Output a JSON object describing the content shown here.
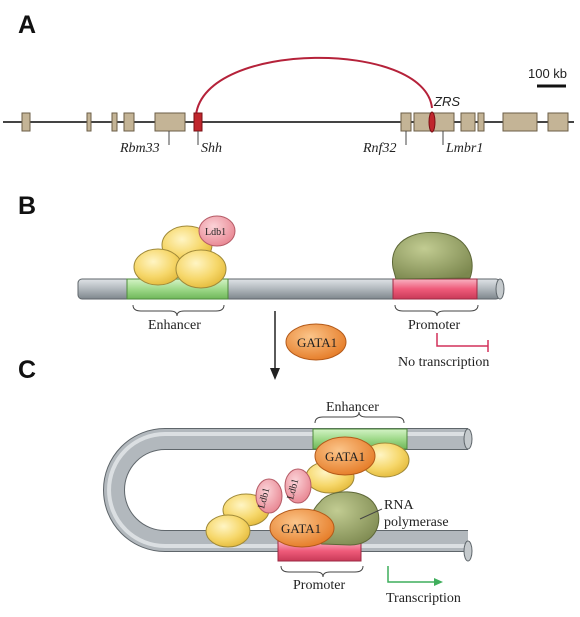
{
  "panels": {
    "a": "A",
    "b": "B",
    "c": "C"
  },
  "panel_a": {
    "scale_bar": "100 kb",
    "genes": {
      "rbm33": "Rbm33",
      "shh": "Shh",
      "zrs": "ZRS",
      "rnf32": "Rnf32",
      "lmbr1": "Lmbr1"
    }
  },
  "panel_b": {
    "ldb1": "Ldb1",
    "enhancer": "Enhancer",
    "promoter": "Promoter",
    "gata1": "GATA1",
    "no_transcription": "No transcription"
  },
  "panel_c": {
    "enhancer": "Enhancer",
    "gata1_top": "GATA1",
    "ldb1_a": "Ldb1",
    "ldb1_b": "Ldb1",
    "gata1_bottom": "GATA1",
    "rna_pol_line1": "RNA",
    "rna_pol_line2": "polymerase",
    "promoter": "Promoter",
    "transcription": "Transcription"
  },
  "colors": {
    "exon": "#c4b496",
    "shh_red": "#c0262d",
    "arc": "#b5223a",
    "dna_gray": "#a9b0b5",
    "enhancer_green": "#9fd98a",
    "promoter_pink": "#ef5b7a",
    "yellow_protein": "#f6d76a",
    "ldb1_pink": "#f4a3ad",
    "gata1_orange": "#f08e3a",
    "polymerase_green": "#8f9b60",
    "transcription_arrow": "#3fae5c"
  }
}
